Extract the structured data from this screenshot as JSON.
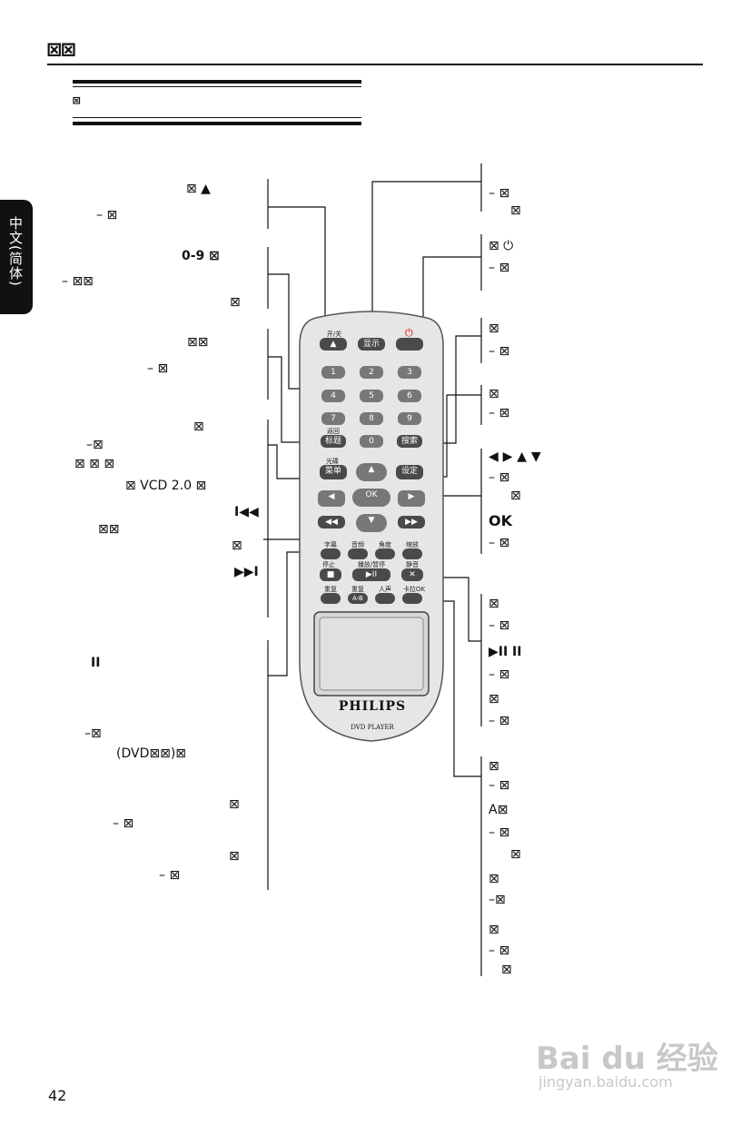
{
  "header": {
    "title": "⊠⊠"
  },
  "section": {
    "subtitle": "⊠"
  },
  "side_tab": {
    "label": "中文(简体)"
  },
  "page_number": "42",
  "left_labels": [
    {
      "id": "l1a",
      "text": "⊠ ▲"
    },
    {
      "id": "l1b",
      "text": "– ⊠"
    },
    {
      "id": "l2a",
      "text": "0-9 ⊠"
    },
    {
      "id": "l2b",
      "text": "– ⊠⊠"
    },
    {
      "id": "l2c",
      "text": "⊠"
    },
    {
      "id": "l3a",
      "text": "⊠⊠"
    },
    {
      "id": "l3b",
      "text": "– ⊠"
    },
    {
      "id": "l4a",
      "text": "⊠"
    },
    {
      "id": "l4b",
      "text": "–⊠"
    },
    {
      "id": "l4c",
      "text": "⊠ ⊠ ⊠"
    },
    {
      "id": "l4d",
      "text": "⊠ VCD 2.0 ⊠"
    },
    {
      "id": "l5a",
      "text": "I◀◀"
    },
    {
      "id": "l5b",
      "text": "⊠⊠"
    },
    {
      "id": "l5c",
      "text": "⊠"
    },
    {
      "id": "l5d",
      "text": "▶▶I"
    },
    {
      "id": "l6a",
      "text": "II"
    },
    {
      "id": "l7a",
      "text": "–⊠"
    },
    {
      "id": "l7b",
      "text": "(DVD⊠⊠)⊠"
    },
    {
      "id": "l8a",
      "text": "⊠"
    },
    {
      "id": "l8b",
      "text": "– ⊠"
    },
    {
      "id": "l9a",
      "text": "⊠"
    },
    {
      "id": "l9b",
      "text": "– ⊠"
    }
  ],
  "right_labels": [
    {
      "id": "r1a",
      "text": "– ⊠"
    },
    {
      "id": "r1b",
      "text": "⊠"
    },
    {
      "id": "r2a",
      "text": "⊠ ⏻"
    },
    {
      "id": "r2b",
      "text": "– ⊠"
    },
    {
      "id": "r3a",
      "text": "⊠"
    },
    {
      "id": "r3b",
      "text": "– ⊠"
    },
    {
      "id": "r4a",
      "text": "⊠"
    },
    {
      "id": "r4b",
      "text": "– ⊠"
    },
    {
      "id": "r5a",
      "text": "◀ ▶ ▲ ▼"
    },
    {
      "id": "r5b",
      "text": "– ⊠"
    },
    {
      "id": "r5c",
      "text": "⊠"
    },
    {
      "id": "r5d",
      "text": "OK"
    },
    {
      "id": "r5e",
      "text": "– ⊠"
    },
    {
      "id": "r6a",
      "text": "⊠"
    },
    {
      "id": "r6b",
      "text": "– ⊠"
    },
    {
      "id": "r6c",
      "text": "▶II II"
    },
    {
      "id": "r6d",
      "text": "– ⊠"
    },
    {
      "id": "r6e",
      "text": "⊠"
    },
    {
      "id": "r6f",
      "text": "– ⊠"
    },
    {
      "id": "r7a",
      "text": "⊠"
    },
    {
      "id": "r7b",
      "text": "– ⊠"
    },
    {
      "id": "r7c",
      "text": "A⊠"
    },
    {
      "id": "r7d",
      "text": "– ⊠"
    },
    {
      "id": "r7e",
      "text": "⊠"
    },
    {
      "id": "r7f",
      "text": "⊠"
    },
    {
      "id": "r7g",
      "text": "–⊠"
    },
    {
      "id": "r7h",
      "text": "⊠"
    },
    {
      "id": "r7i",
      "text": "– ⊠"
    },
    {
      "id": "r7j",
      "text": "⊠"
    }
  ],
  "remote": {
    "top_labels": [
      "开/关",
      "显示"
    ],
    "open_btn": "▲",
    "display_btn": "显示",
    "digits": [
      "1",
      "2",
      "3",
      "4",
      "5",
      "6",
      "7",
      "8",
      "9",
      "0"
    ],
    "back_label": "返回",
    "title_btn": "标题",
    "search_btn": "搜索",
    "disc_label": "光碟",
    "menu_btn": "菜单",
    "setup_btn": "设定",
    "ok_btn": "OK",
    "row_labels": [
      "字幕",
      "音频",
      "角度",
      "缩放"
    ],
    "row2_labels": [
      "停止",
      "播放/暂停",
      "静音"
    ],
    "row3_labels": [
      "重复",
      "重复",
      "人声",
      "卡拉OK"
    ],
    "ab_btn": "A-B",
    "brand": "PHILIPS",
    "model": "DVD PLAYER"
  },
  "watermark": {
    "line1": "Bai du 经验",
    "line2": "jingyan.baidu.com"
  }
}
